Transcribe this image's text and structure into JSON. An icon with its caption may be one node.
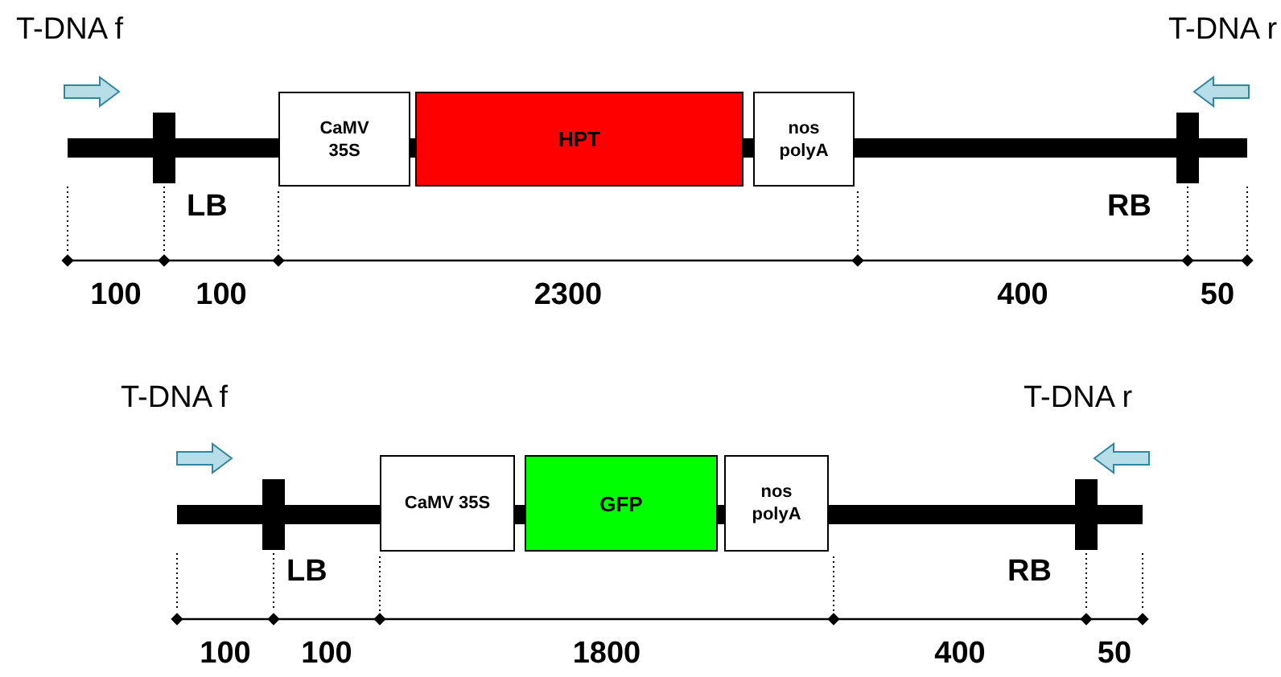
{
  "diagram": {
    "nodes": [
      {
        "text": [
          "CaMV 35S"
        ]
      },
      {
        "text": [
          "HPT"
        ]
      },
      {
        "text": [
          "nos polyA"
        ]
      },
      {
        "text": [
          "CaMV 35S"
        ]
      },
      {
        "text": [
          "GFP"
        ]
      },
      {
        "text": [
          "nos polyA"
        ]
      }
    ],
    "labels": [
      "T-DNA f",
      "T-DNA r",
      "LB",
      "RB",
      "100",
      "100",
      "2300",
      "400",
      "50",
      "T-DNA f",
      "T-DNA r",
      "LB",
      "RB",
      "100",
      "100",
      "1800",
      "400",
      "50"
    ]
  }
}
